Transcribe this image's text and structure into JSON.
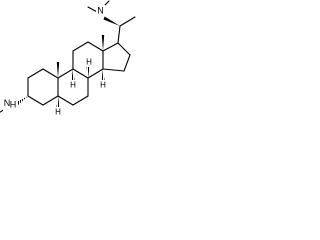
{
  "molecule": {
    "atoms": {
      "upper_amine_n": "N",
      "lower_amine_n": "N",
      "lower_amine_h": "H"
    },
    "stereo_h": {
      "h_c9": "H",
      "h_c8": "H",
      "h_c14": "H",
      "h_c5": "H"
    }
  }
}
